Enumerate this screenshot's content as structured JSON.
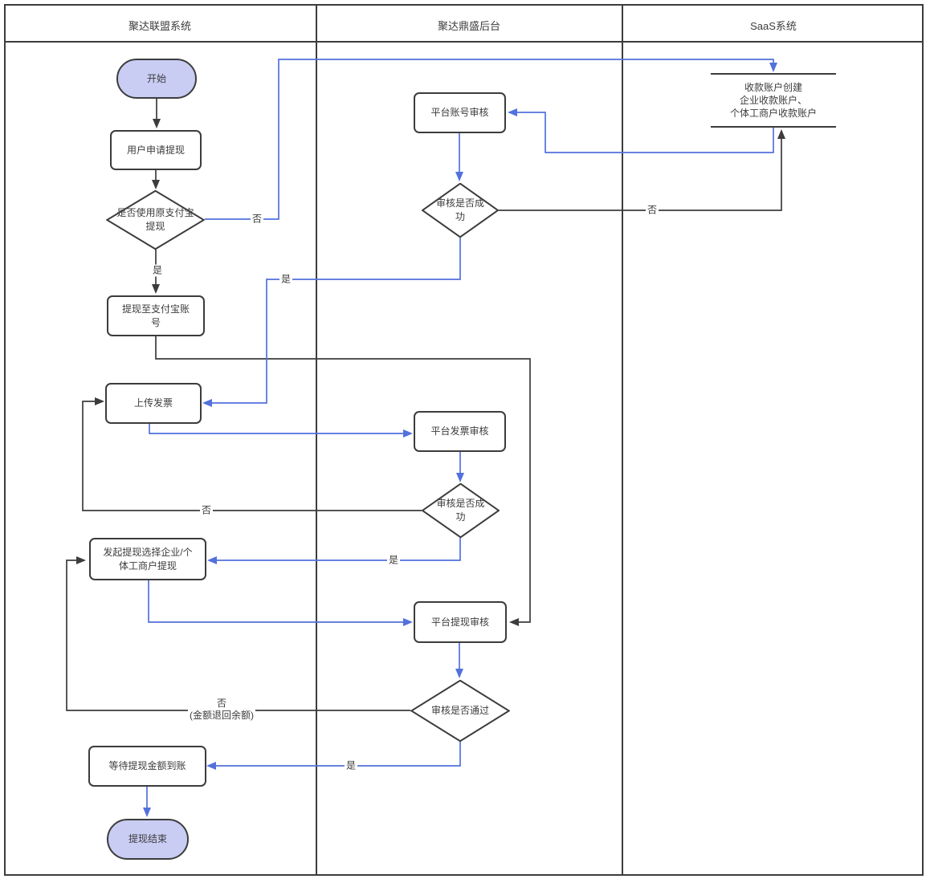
{
  "lanes": [
    {
      "title": "聚达联盟系统"
    },
    {
      "title": "聚达鼎盛后台"
    },
    {
      "title": "SaaS系统"
    }
  ],
  "nodes": {
    "start": {
      "label": "开始",
      "type": "terminator"
    },
    "apply_withdraw": {
      "label": "用户申请提现",
      "type": "process"
    },
    "use_original_alipay": {
      "label": "是否使用原支付宝\n提现",
      "type": "decision"
    },
    "withdraw_to_alipay": {
      "label": "提现至支付宝账\n号",
      "type": "process"
    },
    "upload_invoice": {
      "label": "上传发票",
      "type": "process"
    },
    "initiate_withdraw": {
      "label": "发起提现选择企业/个\n体工商户提现",
      "type": "process"
    },
    "wait_for_funds": {
      "label": "等待提现金额到账",
      "type": "process"
    },
    "end": {
      "label": "提现结束",
      "type": "terminator"
    },
    "platform_account_review": {
      "label": "平台账号审核",
      "type": "process"
    },
    "account_review_result": {
      "label": "审核是否成\n功",
      "type": "decision"
    },
    "platform_invoice_review": {
      "label": "平台发票审核",
      "type": "process"
    },
    "invoice_review_result": {
      "label": "审核是否成\n功",
      "type": "decision"
    },
    "platform_withdraw_review": {
      "label": "平台提现审核",
      "type": "process"
    },
    "withdraw_review_result": {
      "label": "审核是否通过",
      "type": "decision"
    },
    "create_receiving_account": {
      "label": "收款账户创建\n企业收款账户、\n个体工商户收款账户",
      "type": "subprocess"
    }
  },
  "edge_labels": {
    "use_alipay_no": "否",
    "use_alipay_yes": "是",
    "account_review_no": "否",
    "account_review_yes": "是",
    "invoice_review_no": "否",
    "invoice_review_yes": "是",
    "withdraw_review_no": "否\n(金额退回余额)",
    "withdraw_review_yes": "是"
  },
  "colors": {
    "flow_blue": "#5271dd",
    "line_dark": "#3c3c3c",
    "terminator_fill": "#c9cdf4",
    "node_fill": "#ffffff"
  }
}
